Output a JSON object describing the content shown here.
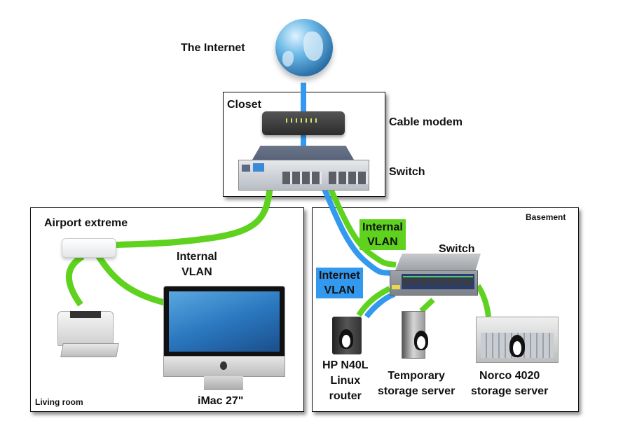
{
  "diagram": {
    "internet": {
      "label": "The Internet",
      "icon": "globe-icon"
    },
    "closet": {
      "title": "Closet",
      "devices": [
        {
          "label": "Cable modem",
          "icon": "cable-modem-icon"
        },
        {
          "label": "Switch",
          "icon": "hp-switch-icon"
        }
      ]
    },
    "living_room": {
      "title": "Living room",
      "devices": [
        {
          "label": "Airport extreme",
          "icon": "wireless-router-icon"
        },
        {
          "label": "",
          "icon": "printer-icon"
        },
        {
          "label": "iMac 27\"",
          "icon": "imac-icon"
        }
      ],
      "vlan_label": "Internal\nVLAN",
      "vlan_line1": "Internal",
      "vlan_line2": "VLAN"
    },
    "basement": {
      "title": "Basement",
      "switch_label": "Switch",
      "internal_vlan": {
        "line1": "Internal",
        "line2": "VLAN",
        "color": "#5ed21e"
      },
      "internet_vlan": {
        "line1": "Internet",
        "line2": "VLAN",
        "color": "#3399ee"
      },
      "devices": [
        {
          "line1": "HP N40L",
          "line2": "Linux",
          "line3": "router",
          "icon": "linux-server-icon"
        },
        {
          "line1": "Temporary",
          "line2": "storage server",
          "icon": "tower-server-icon"
        },
        {
          "line1": "Norco 4020",
          "line2": "storage server",
          "icon": "rack-server-icon"
        }
      ]
    },
    "colors": {
      "internal_vlan": "#5ed21e",
      "internet_vlan": "#3399ee"
    }
  }
}
